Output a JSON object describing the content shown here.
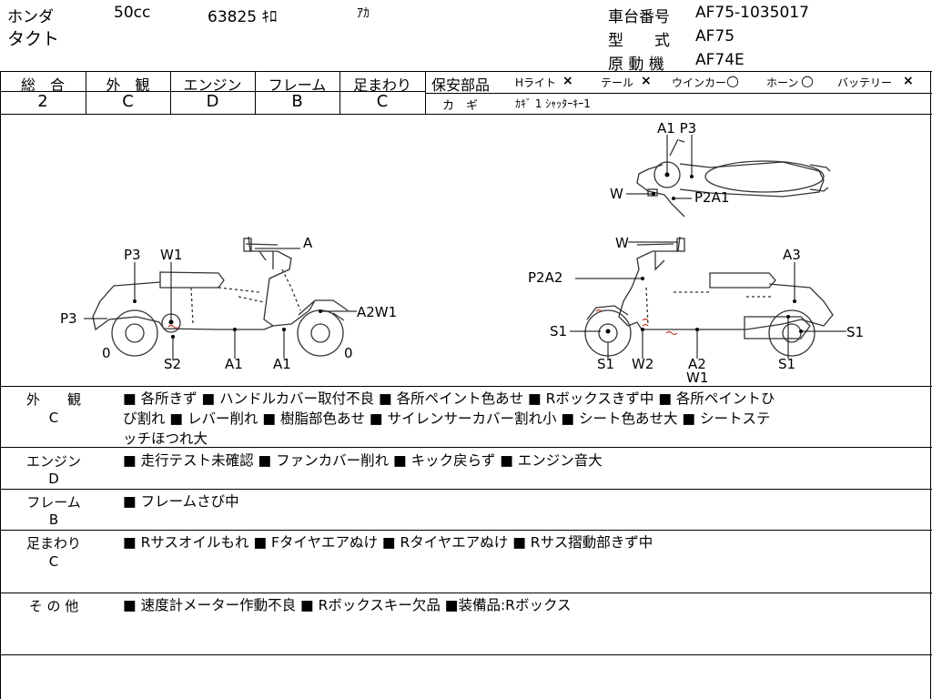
{
  "header": {
    "maker": "ホンダ",
    "model": "タクト",
    "displacement": "50cc",
    "mileage": "63825 ｷﾛ",
    "color": "ｱｶ",
    "frame_label": "車台番号",
    "frame_value": "AF75-1035017",
    "type_label": "型　　式",
    "type_value": "AF75",
    "engine_label": "原 動 機",
    "engine_value": "AF74E"
  },
  "grades": {
    "headers": [
      "総　合",
      "外　観",
      "エンジン",
      "フレーム",
      "足まわり"
    ],
    "values": [
      "2",
      "C",
      "D",
      "B",
      "C"
    ]
  },
  "safety": {
    "label": "保安部品",
    "items": [
      {
        "name": "Hライト",
        "mark": "×"
      },
      {
        "name": "テール",
        "mark": "×"
      },
      {
        "name": "ウインカー",
        "mark": "○"
      },
      {
        "name": "ホーン",
        "mark": "○"
      },
      {
        "name": "バッテリー",
        "mark": "×"
      }
    ],
    "key_label": "カ　ギ",
    "key_value": "ｶｷﾞ 1 ｼｬｯﾀｰｷｰ1"
  },
  "diagram": {
    "top": [
      "A1 P3",
      "W",
      "P2A1"
    ],
    "left": [
      "A",
      "P3",
      "W1",
      "P3",
      "A2W1",
      "0",
      "0",
      "S2",
      "A1",
      "A1"
    ],
    "right": [
      "W",
      "A3",
      "P2A2",
      "S1",
      "S1",
      "S1",
      "W2",
      "A2",
      "W1",
      "S1"
    ]
  },
  "sections": [
    {
      "title": "外　　観",
      "grade": "C",
      "text": "■ 各所きず ■ ハンドルカバー取付不良 ■ 各所ペイント色あせ ■ Rボックスきず中 ■ 各所ペイントひ\nび割れ ■ レバー削れ ■ 樹脂部色あせ ■ サイレンサーカバー割れ小 ■ シート色あせ大 ■ シートステ\nッチほつれ大"
    },
    {
      "title": "エンジン",
      "grade": "D",
      "text": "■ 走行テスト未確認 ■ ファンカバー削れ ■ キック戻らず ■ エンジン音大"
    },
    {
      "title": "フレーム",
      "grade": "B",
      "text": "■ フレームさび中"
    },
    {
      "title": "足まわり",
      "grade": "C",
      "text": "■ Rサスオイルもれ ■ Fタイヤエアぬけ ■ Rタイヤエアぬけ ■ Rサス摺動部きず中"
    },
    {
      "title": "そ の 他",
      "grade": "",
      "text": "■ 速度計メーター作動不良 ■ Rボックスキー欠品 ■装備品:Rボックス"
    }
  ]
}
